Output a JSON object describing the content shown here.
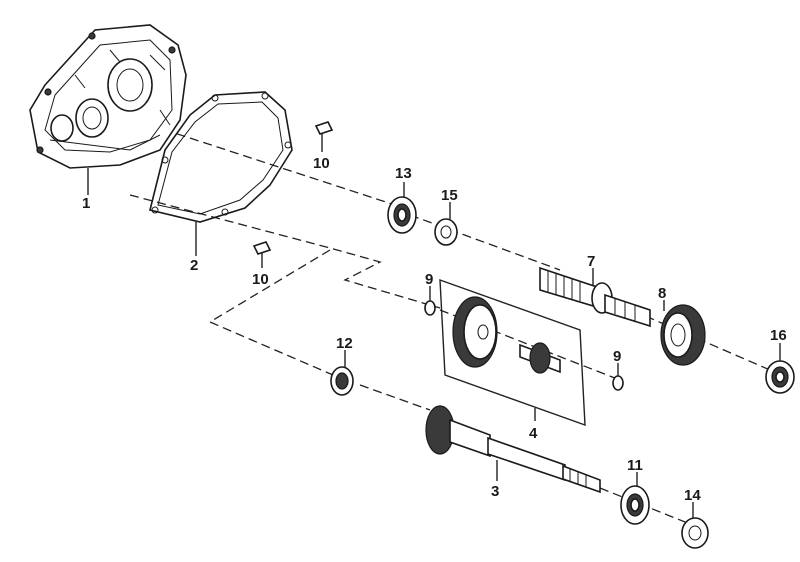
{
  "diagram": {
    "callouts": [
      {
        "id": "1",
        "label": "1"
      },
      {
        "id": "2",
        "label": "2"
      },
      {
        "id": "3",
        "label": "3"
      },
      {
        "id": "4",
        "label": "4"
      },
      {
        "id": "7",
        "label": "7"
      },
      {
        "id": "8",
        "label": "8"
      },
      {
        "id": "9a",
        "label": "9"
      },
      {
        "id": "9b",
        "label": "9"
      },
      {
        "id": "10a",
        "label": "10"
      },
      {
        "id": "10b",
        "label": "10"
      },
      {
        "id": "11",
        "label": "11"
      },
      {
        "id": "12",
        "label": "12"
      },
      {
        "id": "13",
        "label": "13"
      },
      {
        "id": "14",
        "label": "14"
      },
      {
        "id": "15",
        "label": "15"
      },
      {
        "id": "16",
        "label": "16"
      }
    ]
  }
}
